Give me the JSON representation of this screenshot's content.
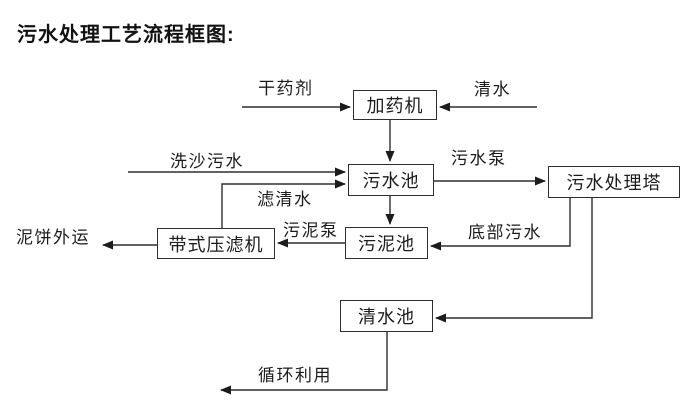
{
  "title": "污水处理工艺流程框图:",
  "colors": {
    "background": "#ffffff",
    "line": "#2e2e2e",
    "text": "#1c1c1c"
  },
  "diagram": {
    "nodes": [
      {
        "id": "dosing-machine",
        "label": "加药机"
      },
      {
        "id": "sewage-pool",
        "label": "污水池"
      },
      {
        "id": "treatment-tower",
        "label": "污水处理塔"
      },
      {
        "id": "sludge-pool",
        "label": "污泥池"
      },
      {
        "id": "belt-filter-press",
        "label": "带式压滤机"
      },
      {
        "id": "clean-water-pool",
        "label": "清水池"
      }
    ],
    "edge_labels": [
      {
        "id": "dry-agent",
        "label": "干药剂"
      },
      {
        "id": "clean-water",
        "label": "清水"
      },
      {
        "id": "sand-wash-sewage",
        "label": "洗沙污水"
      },
      {
        "id": "sewage-pump",
        "label": "污水泵"
      },
      {
        "id": "filtered-water",
        "label": "滤清水"
      },
      {
        "id": "sludge-pump",
        "label": "污泥泵"
      },
      {
        "id": "bottom-sewage",
        "label": "底部污水"
      },
      {
        "id": "mud-cake-out",
        "label": "泥饼外运"
      },
      {
        "id": "recycle-use",
        "label": "循环利用"
      }
    ]
  }
}
